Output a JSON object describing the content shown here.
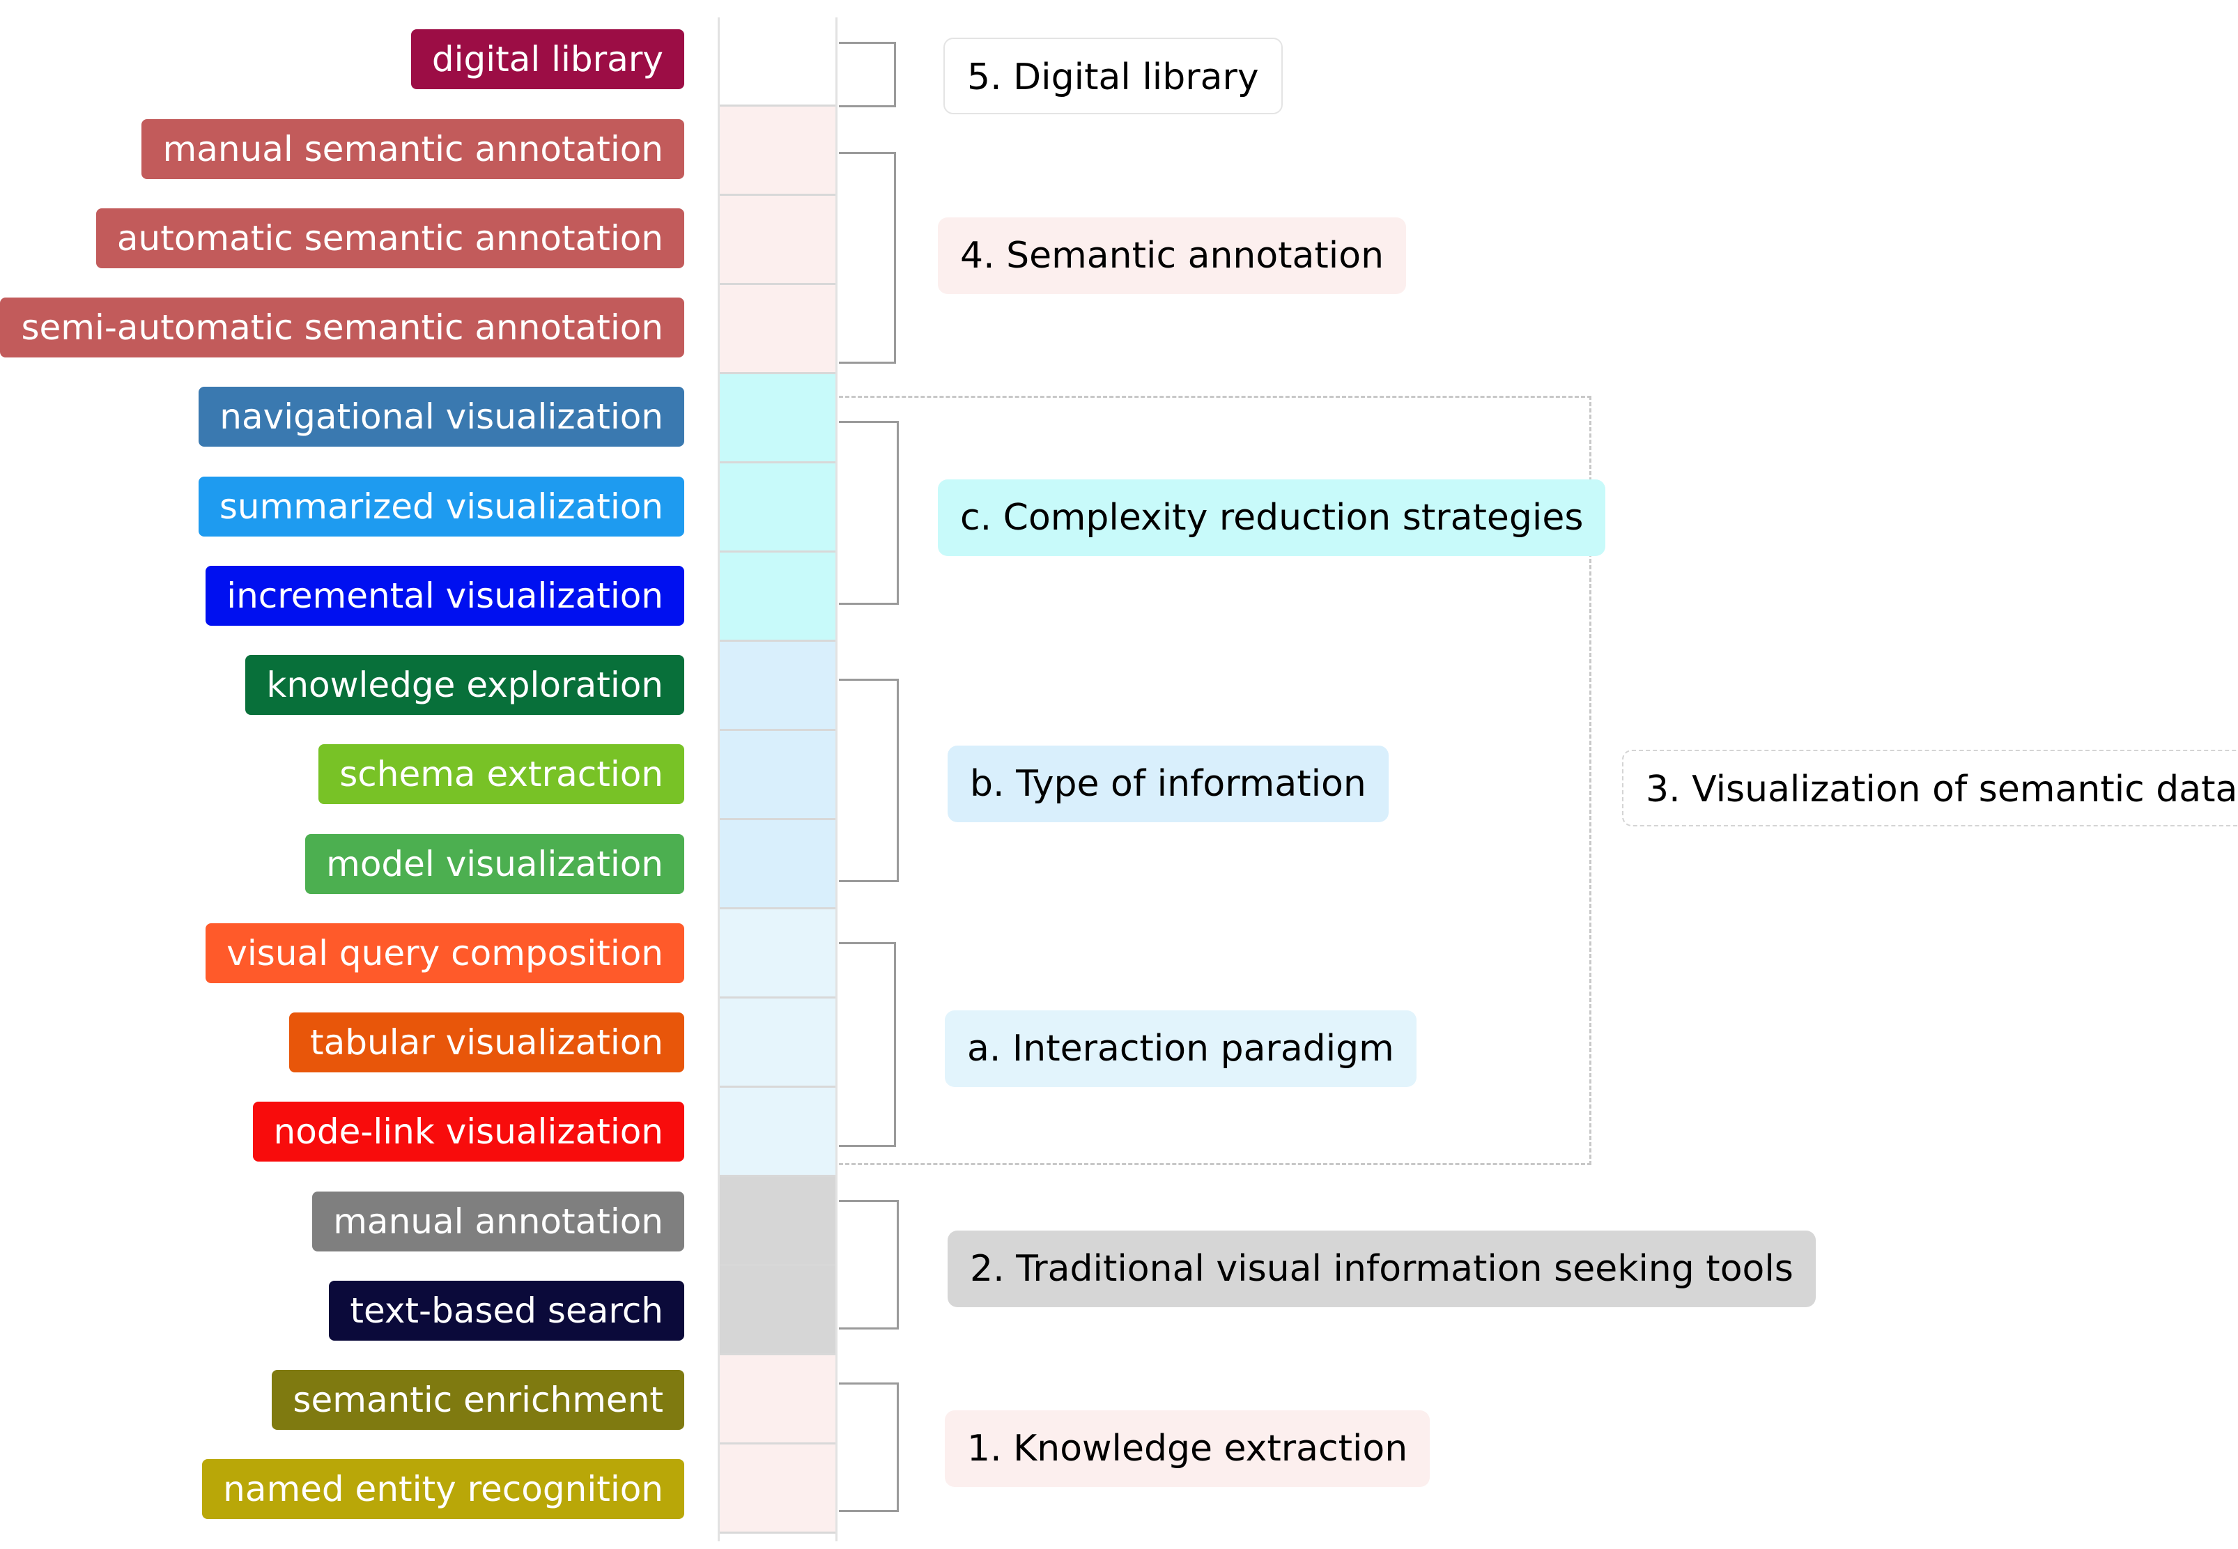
{
  "tags": [
    {
      "label": "digital library",
      "color": "#9c0d45"
    },
    {
      "label": "manual semantic annotation",
      "color": "#c25b5b"
    },
    {
      "label": "automatic semantic annotation",
      "color": "#c25b5b"
    },
    {
      "label": "semi-automatic semantic annotation",
      "color": "#c25b5b"
    },
    {
      "label": "navigational visualization",
      "color": "#3a79b0"
    },
    {
      "label": "summarized visualization",
      "color": "#1e9bf0"
    },
    {
      "label": "incremental visualization",
      "color": "#0010f0"
    },
    {
      "label": "knowledge exploration",
      "color": "#08703a"
    },
    {
      "label": "schema extraction",
      "color": "#78c226"
    },
    {
      "label": "model visualization",
      "color": "#4caf50"
    },
    {
      "label": "visual query composition",
      "color": "#ff5a2a"
    },
    {
      "label": "tabular visualization",
      "color": "#e8560a"
    },
    {
      "label": "node-link visualization",
      "color": "#f80c0c"
    },
    {
      "label": "manual annotation",
      "color": "#7f7f7f"
    },
    {
      "label": "text-based search",
      "color": "#0b0a3a"
    },
    {
      "label": "semantic enrichment",
      "color": "#7f7a10"
    },
    {
      "label": "named entity recognition",
      "color": "#b9a708"
    }
  ],
  "column_colors": [
    "#ffffff",
    "#fcefee",
    "#fcefee",
    "#fcefee",
    "#c8fafa",
    "#c8fafa",
    "#c8fafa",
    "#d9effc",
    "#d9effc",
    "#d9effc",
    "#e6f5fc",
    "#e6f5fc",
    "#e6f5fc",
    "#d6d6d6",
    "#d6d6d6",
    "#fcefee",
    "#fcefee"
  ],
  "groups": {
    "g5": {
      "label": "5. Digital library",
      "bg": "#ffffff"
    },
    "g4": {
      "label": "4. Semantic annotation",
      "bg": "#fcefee"
    },
    "gc": {
      "label": "c. Complexity reduction strategies",
      "bg": "#c8fafa"
    },
    "gb": {
      "label": "b. Type of information",
      "bg": "#d9effc"
    },
    "ga": {
      "label": "a. Interaction paradigm",
      "bg": "#e2f4fc"
    },
    "g2": {
      "label": "2. Traditional visual information seeking tools",
      "bg": "#d6d6d6"
    },
    "g1": {
      "label": "1. Knowledge extraction",
      "bg": "#fcefee"
    },
    "g3": {
      "label": "3. Visualization of semantic data",
      "bg": "#ffffff"
    }
  }
}
